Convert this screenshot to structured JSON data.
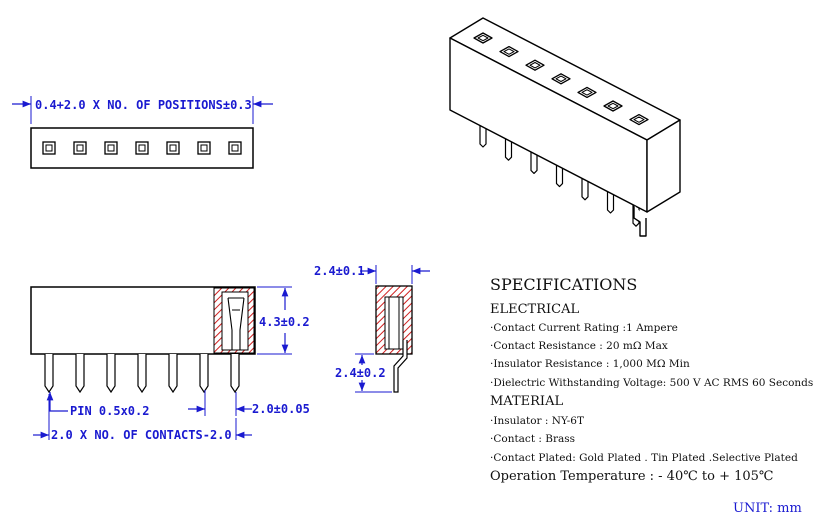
{
  "colors": {
    "dimension": "#1a1ad0",
    "outline": "#000000",
    "hatch": "#d02020",
    "text": "#111111"
  },
  "dimensions": {
    "top_width": "0.4+2.0 X NO. OF POSITIONS±0.3",
    "height": "4.3±0.2",
    "side_thickness": "2.4±0.1",
    "side_pin_length": "2.4±0.2",
    "pin_size": "PIN 0.5x0.2",
    "pin_pitch": "2.0±0.05",
    "contacts_length": "2.0 X NO. OF CONTACTS-2.0"
  },
  "specs": {
    "heading": "SPECIFICATIONS",
    "electrical_title": "ELECTRICAL",
    "electrical": [
      "·Contact Current Rating :1 Ampere",
      "·Contact Resistance : 20 mΩ Max",
      "·Insulator Resistance : 1,000 MΩ Min",
      "·Dielectric Withstanding Voltage: 500 V AC RMS 60 Seconds"
    ],
    "material_title": "MATERIAL",
    "material": [
      "·Insulator : NY-6T",
      "·Contact : Brass",
      "·Contact Plated: Gold Plated . Tin Plated .Selective Plated"
    ],
    "operation": "Operation Temperature : - 40℃ to + 105℃"
  },
  "unit": "UNIT: mm",
  "positions": 7
}
